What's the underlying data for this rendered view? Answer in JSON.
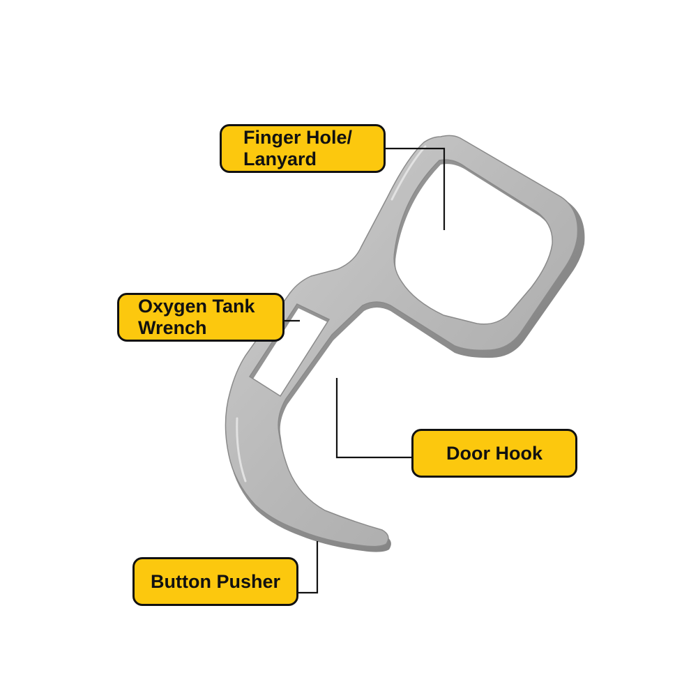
{
  "labels": {
    "finger_hole": "Finger Hole/\nLanyard",
    "oxygen_wrench": "Oxygen Tank\nWrench",
    "door_hook": "Door Hook",
    "button_pusher": "Button Pusher"
  },
  "colors": {
    "label_fill": "#fcc80e",
    "label_border": "#111111",
    "leader_line": "#111111",
    "metal_body": "#b9b9b9",
    "metal_edge": "#8f8f8f"
  }
}
